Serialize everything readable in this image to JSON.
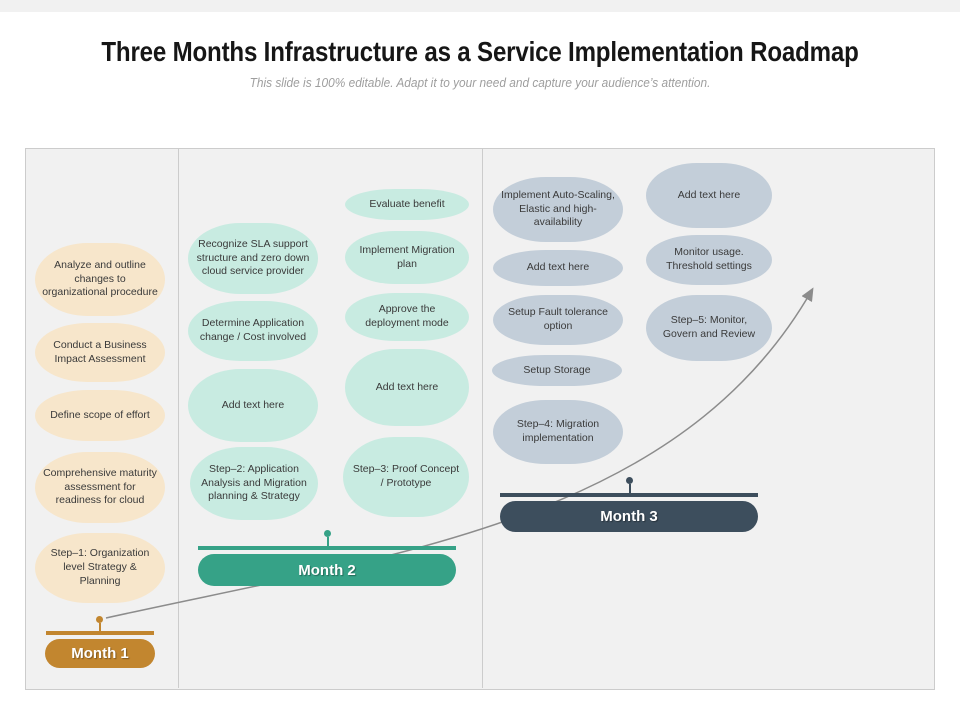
{
  "slide": {
    "title": "Three Months Infrastructure as a Service Implementation Roadmap",
    "subtitle": "This slide is 100% editable. Adapt it to your need and capture your audience’s attention."
  },
  "colors": {
    "title_color": "#161616",
    "subtitle_color": "#9e9e9e",
    "panel_bg": "#f1f1f1",
    "panel_border": "#cccccc",
    "bubble_text": "#3a3a3a",
    "arrow_color": "#8c8c8c",
    "month1_accent": "#c2862f",
    "month1_bubble": "#f7e6cb",
    "month2_accent": "#36a287",
    "month2_bubble": "#c8ebe1",
    "month3_accent": "#3d4e5d",
    "month3_bubble": "#c3ced9"
  },
  "months": [
    {
      "label": "Month 1",
      "bubbles": [
        "Analyze and outline changes to organizational procedure",
        "Conduct a Business Impact Assessment",
        "Define scope of effort",
        "Comprehensive maturity assessment for readiness for cloud",
        "Step–1: Organization level Strategy & Planning"
      ]
    },
    {
      "label": "Month 2",
      "left": [
        "Recognize SLA support structure and zero down cloud service provider",
        "Determine Application change / Cost involved",
        "Add text here",
        "Step–2: Application Analysis and Migration planning & Strategy"
      ],
      "right": [
        "Evaluate benefit",
        "Implement Migration plan",
        "Approve the deployment mode",
        "Add text here",
        "Step–3: Proof Concept / Prototype"
      ]
    },
    {
      "label": "Month 3",
      "left": [
        "Implement Auto-Scaling, Elastic and high- availability",
        "Add text here",
        "Setup Fault tolerance option",
        "Setup Storage",
        "Step–4: Migration implementation"
      ],
      "right": [
        "Add text here",
        "Monitor usage. Threshold settings",
        "Step–5: Monitor, Govern and Review"
      ]
    }
  ]
}
